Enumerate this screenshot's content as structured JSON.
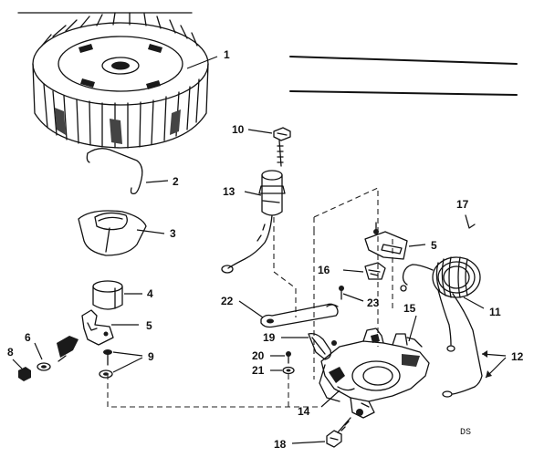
{
  "diagram": {
    "code": "DS",
    "callouts": [
      {
        "id": "c1",
        "text": "1"
      },
      {
        "id": "c2",
        "text": "2"
      },
      {
        "id": "c3",
        "text": "3"
      },
      {
        "id": "c4",
        "text": "4"
      },
      {
        "id": "c5a",
        "text": "5"
      },
      {
        "id": "c5b",
        "text": "5"
      },
      {
        "id": "c6",
        "text": "6"
      },
      {
        "id": "c8",
        "text": "8"
      },
      {
        "id": "c9",
        "text": "9"
      },
      {
        "id": "c10",
        "text": "10"
      },
      {
        "id": "c11",
        "text": "11"
      },
      {
        "id": "c12",
        "text": "12"
      },
      {
        "id": "c13",
        "text": "13"
      },
      {
        "id": "c14",
        "text": "14"
      },
      {
        "id": "c15",
        "text": "15"
      },
      {
        "id": "c16",
        "text": "16"
      },
      {
        "id": "c17",
        "text": "17"
      },
      {
        "id": "c18",
        "text": "18"
      },
      {
        "id": "c19",
        "text": "19"
      },
      {
        "id": "c20",
        "text": "20"
      },
      {
        "id": "c21",
        "text": "21"
      },
      {
        "id": "c22",
        "text": "22"
      },
      {
        "id": "c23",
        "text": "23"
      }
    ]
  }
}
